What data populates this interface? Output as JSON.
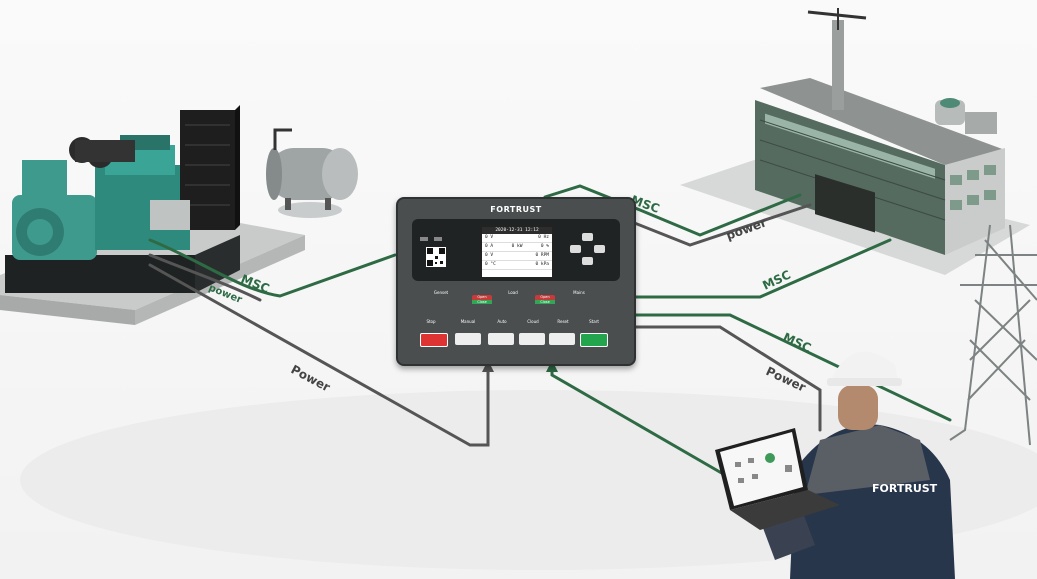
{
  "connections": {
    "msc_label": "MSC",
    "power_label": "power",
    "power_label_caps": "Power"
  },
  "controller": {
    "brand": "FORTRUST",
    "screen": {
      "datetime": "2020-12-31 12:12",
      "rows": [
        [
          "0 V",
          "0 Hz"
        ],
        [
          "0 A",
          "0 kW",
          "0 %"
        ],
        [
          "0 V",
          "0 RPM"
        ],
        [
          "0 °C",
          "0 kPa"
        ]
      ]
    },
    "buttons": [
      "Stop",
      "Manual",
      "Auto",
      "Cloud",
      "Reset",
      "Start"
    ],
    "top_labels": [
      "Genset",
      "Load",
      "Mains"
    ],
    "switch_labels": [
      "Open",
      "Close"
    ]
  },
  "technician": {
    "jacket_text": "FORTRUST"
  },
  "colors": {
    "msc": "#2e6b45",
    "power": "#555555",
    "generator": "#3f9a8e",
    "controller": "#4a4e4f",
    "start": "#23a54d",
    "stop": "#d33333"
  }
}
